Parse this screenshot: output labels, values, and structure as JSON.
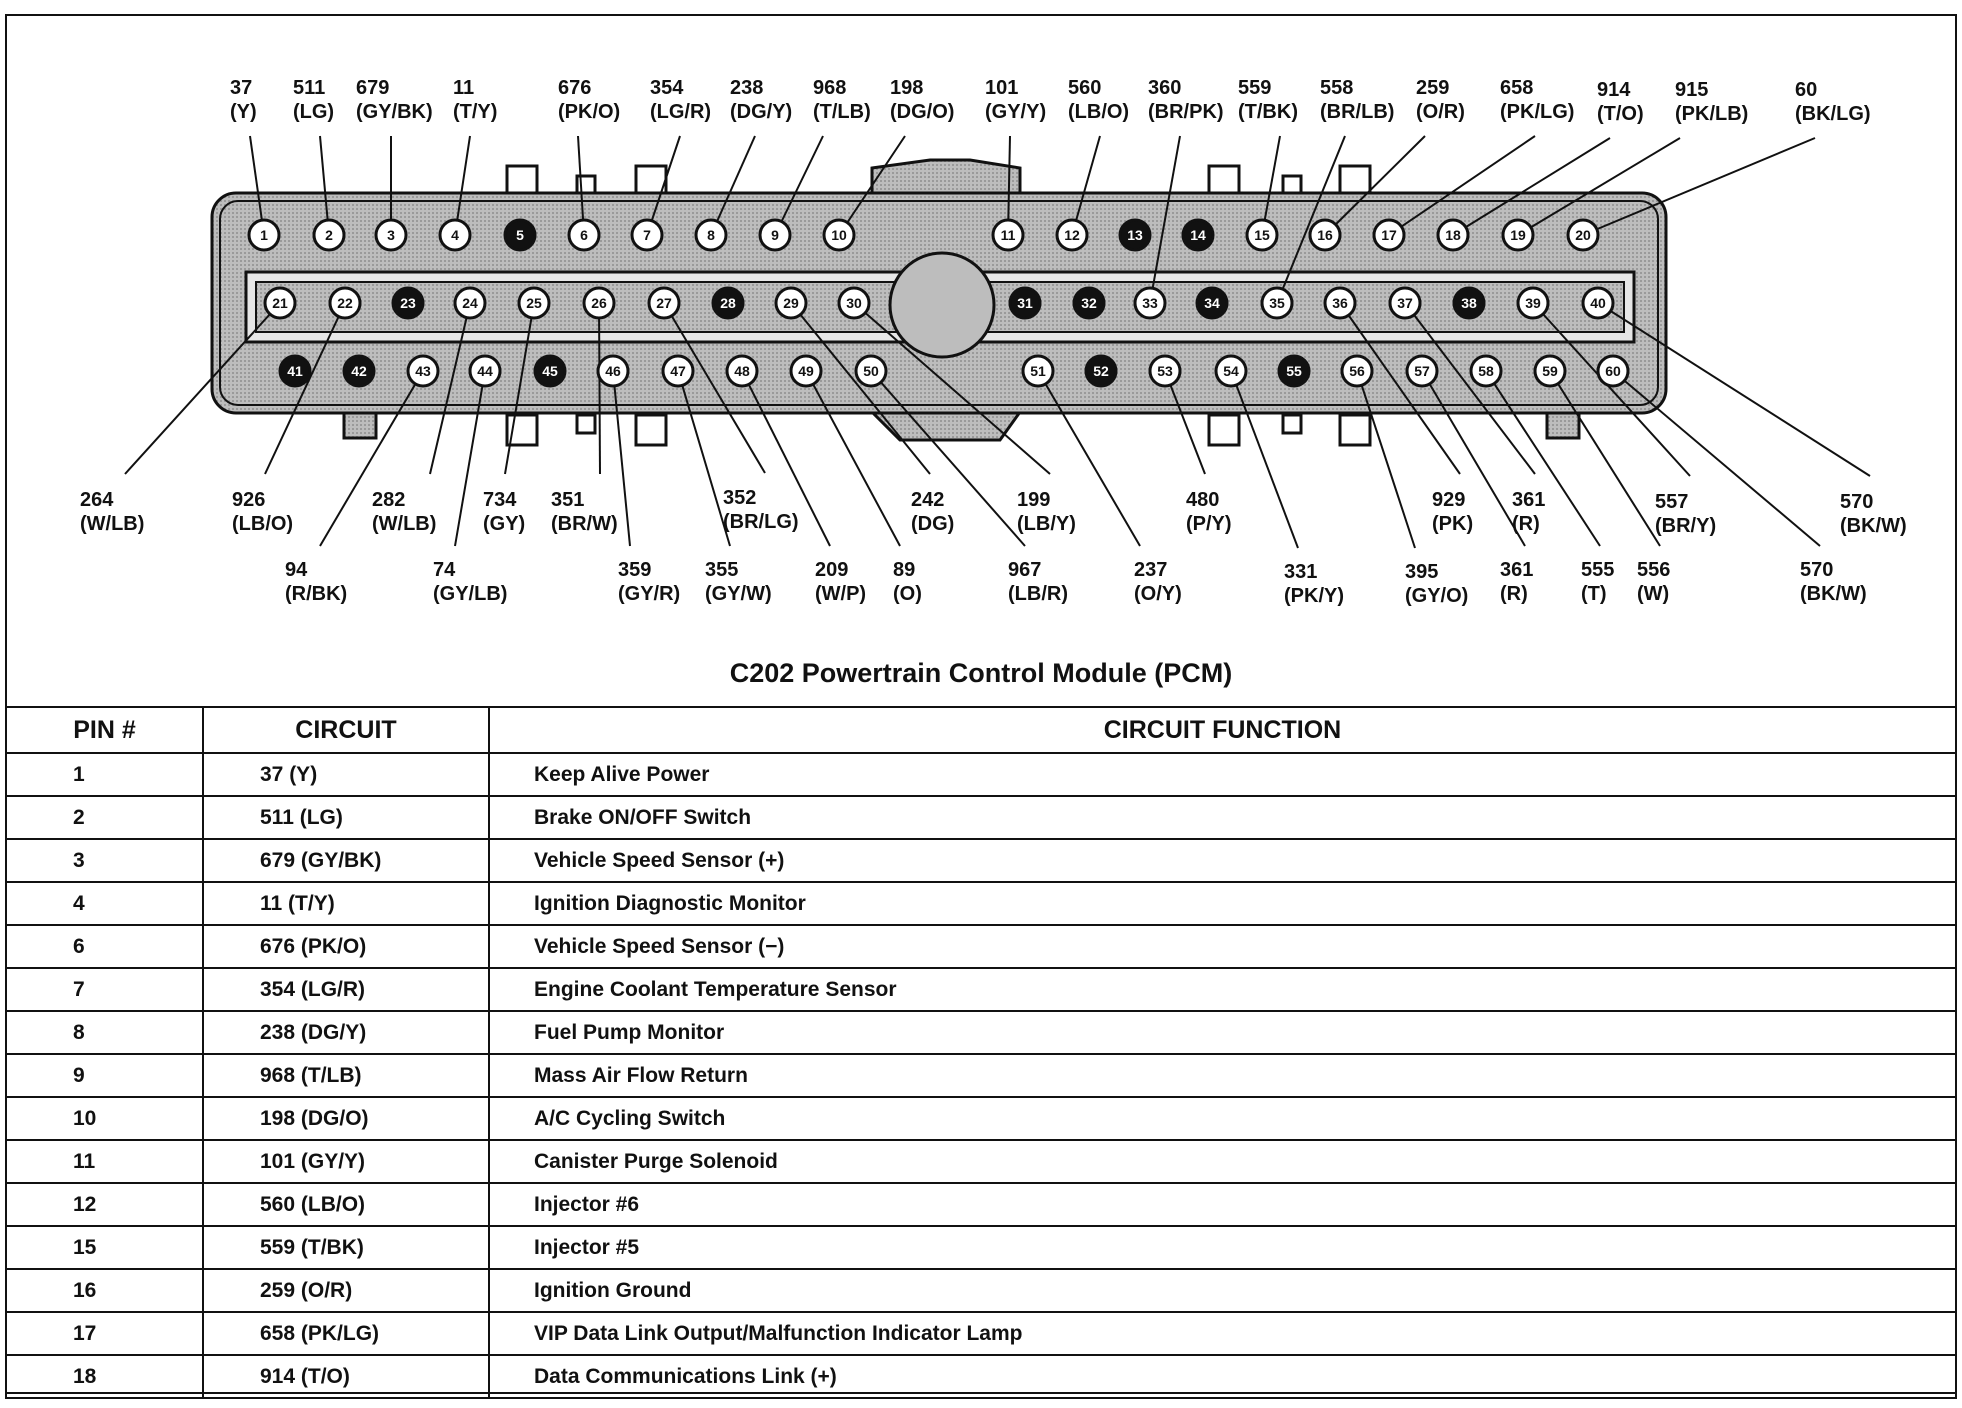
{
  "diagram": {
    "title": "C202 Powertrain Control Module (PCM)",
    "pins": [
      {
        "n": "1",
        "filled": false
      },
      {
        "n": "2",
        "filled": false
      },
      {
        "n": "3",
        "filled": false
      },
      {
        "n": "4",
        "filled": false
      },
      {
        "n": "5",
        "filled": true
      },
      {
        "n": "6",
        "filled": false
      },
      {
        "n": "7",
        "filled": false
      },
      {
        "n": "8",
        "filled": false
      },
      {
        "n": "9",
        "filled": false
      },
      {
        "n": "10",
        "filled": false
      },
      {
        "n": "11",
        "filled": false
      },
      {
        "n": "12",
        "filled": false
      },
      {
        "n": "13",
        "filled": true
      },
      {
        "n": "14",
        "filled": true
      },
      {
        "n": "15",
        "filled": false
      },
      {
        "n": "16",
        "filled": false
      },
      {
        "n": "17",
        "filled": false
      },
      {
        "n": "18",
        "filled": false
      },
      {
        "n": "19",
        "filled": false
      },
      {
        "n": "20",
        "filled": false
      },
      {
        "n": "21",
        "filled": false
      },
      {
        "n": "22",
        "filled": false
      },
      {
        "n": "23",
        "filled": true
      },
      {
        "n": "24",
        "filled": false
      },
      {
        "n": "25",
        "filled": false
      },
      {
        "n": "26",
        "filled": false
      },
      {
        "n": "27",
        "filled": false
      },
      {
        "n": "28",
        "filled": true
      },
      {
        "n": "29",
        "filled": false
      },
      {
        "n": "30",
        "filled": false
      },
      {
        "n": "31",
        "filled": true
      },
      {
        "n": "32",
        "filled": true
      },
      {
        "n": "33",
        "filled": false
      },
      {
        "n": "34",
        "filled": true
      },
      {
        "n": "35",
        "filled": false
      },
      {
        "n": "36",
        "filled": false
      },
      {
        "n": "37",
        "filled": false
      },
      {
        "n": "38",
        "filled": true
      },
      {
        "n": "39",
        "filled": false
      },
      {
        "n": "40",
        "filled": false
      },
      {
        "n": "41",
        "filled": true
      },
      {
        "n": "42",
        "filled": true
      },
      {
        "n": "43",
        "filled": false
      },
      {
        "n": "44",
        "filled": false
      },
      {
        "n": "45",
        "filled": true
      },
      {
        "n": "46",
        "filled": false
      },
      {
        "n": "47",
        "filled": false
      },
      {
        "n": "48",
        "filled": false
      },
      {
        "n": "49",
        "filled": false
      },
      {
        "n": "50",
        "filled": false
      },
      {
        "n": "51",
        "filled": false
      },
      {
        "n": "52",
        "filled": true
      },
      {
        "n": "53",
        "filled": false
      },
      {
        "n": "54",
        "filled": false
      },
      {
        "n": "55",
        "filled": true
      },
      {
        "n": "56",
        "filled": false
      },
      {
        "n": "57",
        "filled": false
      },
      {
        "n": "58",
        "filled": false
      },
      {
        "n": "59",
        "filled": false
      },
      {
        "n": "60",
        "filled": false
      }
    ],
    "top_labels": [
      {
        "pin": "1",
        "code": "37",
        "color": "(Y)"
      },
      {
        "pin": "2",
        "code": "511",
        "color": "(LG)"
      },
      {
        "pin": "3",
        "code": "679",
        "color": "(GY/BK)"
      },
      {
        "pin": "4",
        "code": "11",
        "color": "(T/Y)"
      },
      {
        "pin": "6",
        "code": "676",
        "color": "(PK/O)"
      },
      {
        "pin": "7",
        "code": "354",
        "color": "(LG/R)"
      },
      {
        "pin": "8",
        "code": "238",
        "color": "(DG/Y)"
      },
      {
        "pin": "9",
        "code": "968",
        "color": "(T/LB)"
      },
      {
        "pin": "10",
        "code": "198",
        "color": "(DG/O)"
      },
      {
        "pin": "11",
        "code": "101",
        "color": "(GY/Y)"
      },
      {
        "pin": "12",
        "code": "560",
        "color": "(LB/O)"
      },
      {
        "pin": "33",
        "code": "360",
        "color": "(BR/PK)"
      },
      {
        "pin": "15",
        "code": "559",
        "color": "(T/BK)"
      },
      {
        "pin": "35",
        "code": "558",
        "color": "(BR/LB)"
      },
      {
        "pin": "16",
        "code": "259",
        "color": "(O/R)"
      },
      {
        "pin": "17",
        "code": "658",
        "color": "(PK/LG)"
      },
      {
        "pin": "18",
        "code": "914",
        "color": "(T/O)"
      },
      {
        "pin": "19",
        "code": "915",
        "color": "(PK/LB)"
      },
      {
        "pin": "20",
        "code": "60",
        "color": "(BK/LG)"
      }
    ],
    "bottom_labels": [
      {
        "pin": "21",
        "code": "264",
        "color": "(W/LB)"
      },
      {
        "pin": "22",
        "code": "926",
        "color": "(LB/O)"
      },
      {
        "pin": "43",
        "code": "94",
        "color": "(R/BK)"
      },
      {
        "pin": "24",
        "code": "282",
        "color": "(W/LB)"
      },
      {
        "pin": "44",
        "code": "74",
        "color": "(GY/LB)"
      },
      {
        "pin": "25",
        "code": "734",
        "color": "(GY)"
      },
      {
        "pin": "26",
        "code": "351",
        "color": "(BR/W)"
      },
      {
        "pin": "46",
        "code": "359",
        "color": "(GY/R)"
      },
      {
        "pin": "47",
        "code": "355",
        "color": "(GY/W)"
      },
      {
        "pin": "27",
        "code": "352",
        "color": "(BR/LG)"
      },
      {
        "pin": "48",
        "code": "209",
        "color": "(W/P)"
      },
      {
        "pin": "49",
        "code": "89",
        "color": "(O)"
      },
      {
        "pin": "29",
        "code": "242",
        "color": "(DG)"
      },
      {
        "pin": "50",
        "code": "967",
        "color": "(LB/R)"
      },
      {
        "pin": "30",
        "code": "199",
        "color": "(LB/Y)"
      },
      {
        "pin": "51",
        "code": "237",
        "color": "(O/Y)"
      },
      {
        "pin": "53",
        "code": "480",
        "color": "(P/Y)"
      },
      {
        "pin": "54",
        "code": "331",
        "color": "(PK/Y)"
      },
      {
        "pin": "56",
        "code": "395",
        "color": "(GY/O)"
      },
      {
        "pin": "36",
        "code": "929",
        "color": "(PK)"
      },
      {
        "pin": "37",
        "code": "361",
        "color": "(R)"
      },
      {
        "pin": "57",
        "code": "361",
        "color": "(R)"
      },
      {
        "pin": "58",
        "code": "555",
        "color": "(T)"
      },
      {
        "pin": "59",
        "code": "556",
        "color": "(W)"
      },
      {
        "pin": "39",
        "code": "557",
        "color": "(BR/Y)"
      },
      {
        "pin": "40",
        "code": "570",
        "color": "(BK/W)"
      },
      {
        "pin": "60",
        "code": "570",
        "color": "(BK/W)"
      }
    ]
  },
  "table": {
    "headers": [
      "PIN #",
      "CIRCUIT",
      "CIRCUIT FUNCTION"
    ],
    "rows": [
      {
        "pin": "1",
        "circuit": "37 (Y)",
        "function": "Keep Alive Power"
      },
      {
        "pin": "2",
        "circuit": "511 (LG)",
        "function": "Brake ON/OFF Switch"
      },
      {
        "pin": "3",
        "circuit": "679  (GY/BK)",
        "function": "Vehicle Speed Sensor (+)"
      },
      {
        "pin": "4",
        "circuit": "11 (T/Y)",
        "function": "Ignition  Diagnostic  Monitor"
      },
      {
        "pin": "6",
        "circuit": "676  (PK/O)",
        "function": "Vehicle Speed Sensor (−)"
      },
      {
        "pin": "7",
        "circuit": "354 (LG/R)",
        "function": "Engine Coolant Temperature Sensor"
      },
      {
        "pin": "8",
        "circuit": "238 (DG/Y)",
        "function": "Fuel Pump Monitor"
      },
      {
        "pin": "9",
        "circuit": "968 (T/LB)",
        "function": "Mass Air Flow Return"
      },
      {
        "pin": "10",
        "circuit": "198 (DG/O)",
        "function": "A/C Cycling Switch"
      },
      {
        "pin": "11",
        "circuit": "101 (GY/Y)",
        "function": "Canister Purge Solenoid"
      },
      {
        "pin": "12",
        "circuit": "560 (LB/O)",
        "function": "Injector #6"
      },
      {
        "pin": "15",
        "circuit": "559 (T/BK)",
        "function": "Injector #5"
      },
      {
        "pin": "16",
        "circuit": "259 (O/R)",
        "function": "Ignition Ground"
      },
      {
        "pin": "17",
        "circuit": "658 (PK/LG)",
        "function": "VIP Data Link Output/Malfunction Indicator Lamp"
      },
      {
        "pin": "18",
        "circuit": "914 (T/O)",
        "function": "Data Communications Link (+)"
      }
    ]
  }
}
